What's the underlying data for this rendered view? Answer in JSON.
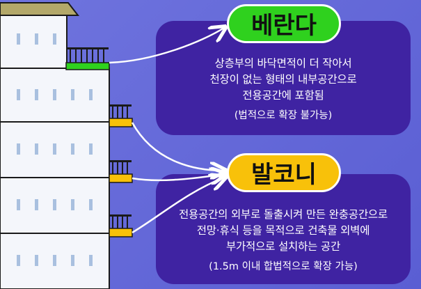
{
  "veranda": {
    "label": "베란다",
    "lines": [
      "상층부의 바닥면적이 더 작아서",
      "천장이 없는 형태의 내부공간으로",
      "전용공간에 포함됨"
    ],
    "note": "(법적으로 확장 불가능)",
    "color": "#2fd11e"
  },
  "balcony": {
    "label": "발코니",
    "lines": [
      "전용공간의 외부로 돌출시켜 만든 완충공간으로",
      "전망·휴식 등을 목적으로 건축물 외벽에",
      "부가적으로 설치하는 공간"
    ],
    "note": "(1.5m 이내 합법적으로 확장 가능)",
    "color": "#f8c10a"
  },
  "colors": {
    "background": "#6366d9",
    "card": "#3f23a2",
    "building": "#f4f6fb",
    "window": "#a9c0df",
    "roof": "#b3a86a"
  }
}
